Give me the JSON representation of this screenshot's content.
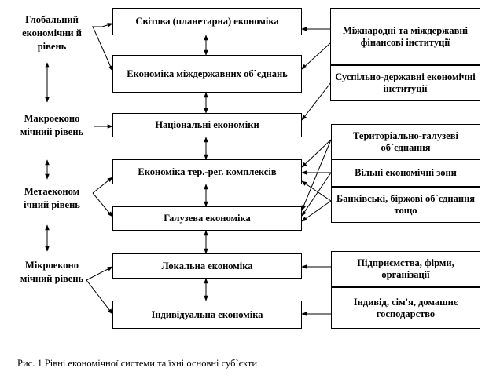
{
  "levels": {
    "global": "Глобальний економічни й рівень",
    "macro": "Макроеконо мічний рівень",
    "meta": "Метаеконом ічний рівень",
    "micro": "Мікроеконо мічний рівень"
  },
  "economy": {
    "world": "Світова (планетарна) економіка",
    "interstate": "Економіка міждержавних об`єднань",
    "national": "Національні економіки",
    "territorial": "Економіка тер.-рег. комплексів",
    "sectoral": "Галузева економіка",
    "local": "Локальна економіка",
    "individual": "Індивідуальна економіка"
  },
  "subjects": {
    "international": "Міжнародні та міждержавні фінансові інституції",
    "public_state": "Суспільно-державні економічні інституції",
    "territorial_sectoral": "Територіально-галузеві об`єднання",
    "free_zones": "Вільні економічні зони",
    "banking": "Банківські, біржові об`єднання тощо",
    "enterprises": "Підприємства, фірми, організації",
    "individual": "Індивід, сім'я, домашнє господарство"
  },
  "caption": "Рис. 1 Рівні економічної системи та їхні  основні суб`єкти"
}
